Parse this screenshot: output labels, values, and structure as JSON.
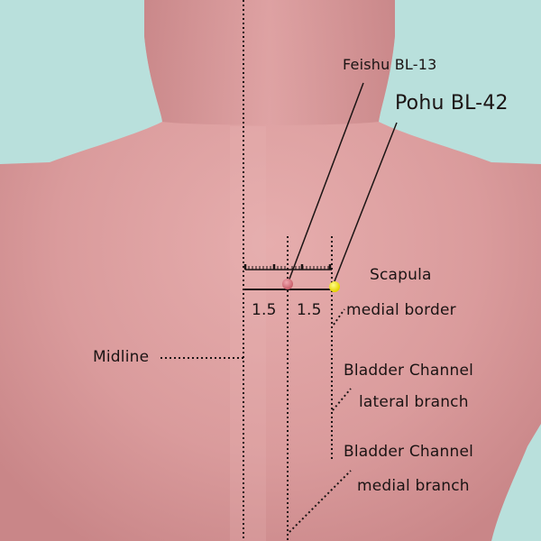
{
  "colors": {
    "background": "#b9e0dc",
    "skin_light": "#e3a9a9",
    "skin_mid": "#d69495",
    "skin_shadow": "#c78486",
    "line": "#1b1414",
    "point_feishu": "#d0707a",
    "point_pohu": "#f2e81a"
  },
  "points": {
    "feishu": "Feishu BL-13",
    "pohu": "Pohu BL-42"
  },
  "measurements": {
    "left": "1.5",
    "right": "1.5"
  },
  "landmarks": {
    "scapula_line1": "Scapula",
    "scapula_line2": "medial border",
    "midline": "Midline",
    "lateral_line1": "Bladder Channel",
    "lateral_line2": "lateral branch",
    "medial_line1": "Bladder Channel",
    "medial_line2": "medial branch"
  }
}
